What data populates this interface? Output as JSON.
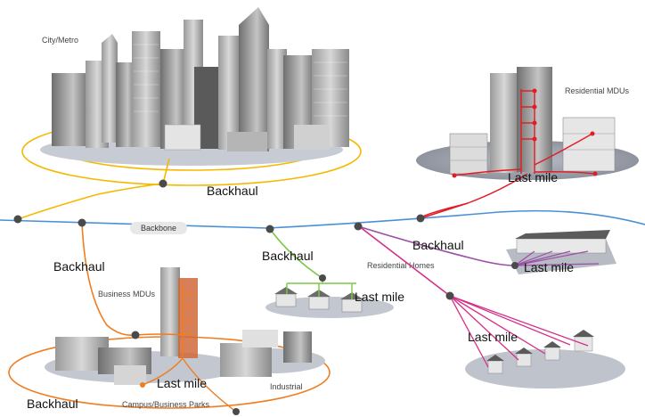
{
  "regions": {
    "city": "City/Metro",
    "residential_mdus": "Residential MDUs",
    "business_mdus": "Business MDUs",
    "residential_homes": "Residential Homes",
    "campus": "Campus/Business Parks",
    "industrial": "Industrial"
  },
  "links": {
    "backbone": "Backbone",
    "backhaul_city": "Backhaul",
    "backhaul_left": "Backhaul",
    "backhaul_center": "Backhaul",
    "backhaul_right": "Backhaul",
    "backhaul_bottom": "Backhaul",
    "lastmile_mdus": "Last mile",
    "lastmile_center": "Last mile",
    "lastmile_right": "Last mile",
    "lastmile_pink": "Last mile",
    "lastmile_campus": "Last mile"
  },
  "colors": {
    "backbone": "#4a90d9",
    "city_ring": "#f5b800",
    "business": "#ef7d22",
    "residential_mdu": "#e31b23",
    "homes_green": "#7ac943",
    "homes_purple": "#9b4fa6",
    "homes_pink": "#d62f87",
    "node": "#4a4a4a"
  }
}
